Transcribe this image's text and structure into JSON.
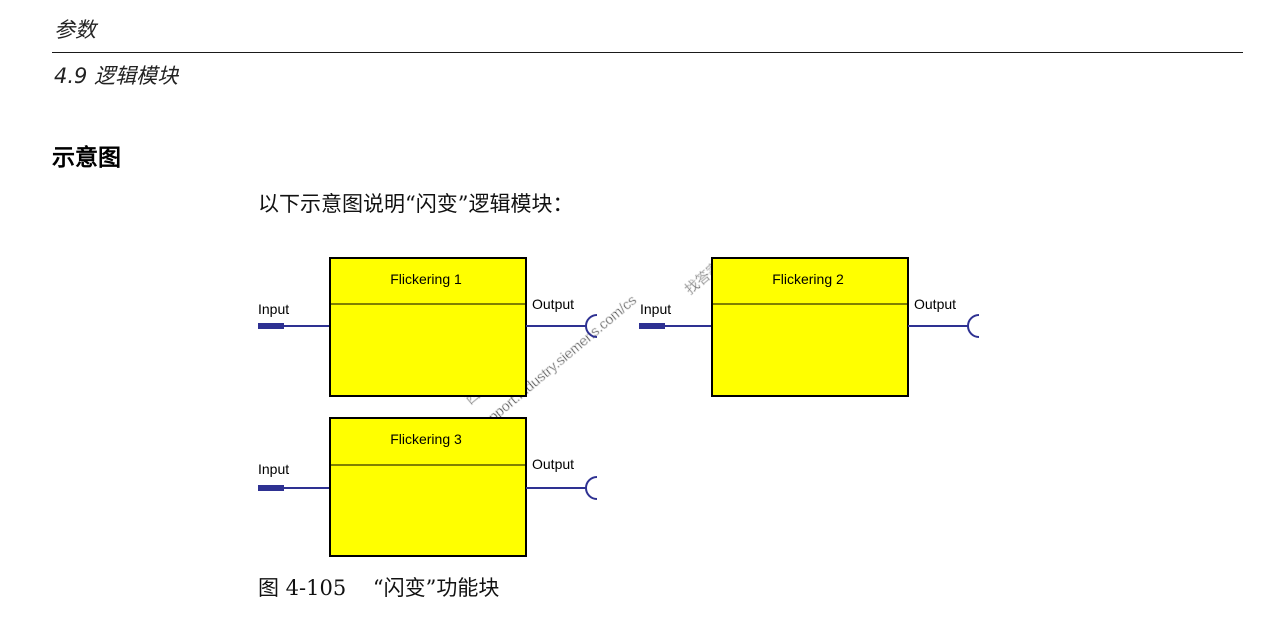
{
  "header": {
    "chapter": "参数",
    "section": "4.9 逻辑模块"
  },
  "section_heading": "示意图",
  "intro_text": "以下示意图说明“闪变”逻辑模块：",
  "blocks": [
    {
      "title": "Flickering 1",
      "input_label": "Input",
      "output_label": "Output"
    },
    {
      "title": "Flickering 2",
      "input_label": "Input",
      "output_label": "Output"
    },
    {
      "title": "Flickering 3",
      "input_label": "Input",
      "output_label": "Output"
    }
  ],
  "caption": "图 4-105    “闪变”功能块",
  "watermark": {
    "line1": "西门子工业",
    "line2": "support.industry.siemens.com/cs",
    "line3": "找答案"
  },
  "colors": {
    "block_fill": "#ffff00",
    "block_stroke": "#000000",
    "connector": "#2e3192"
  }
}
